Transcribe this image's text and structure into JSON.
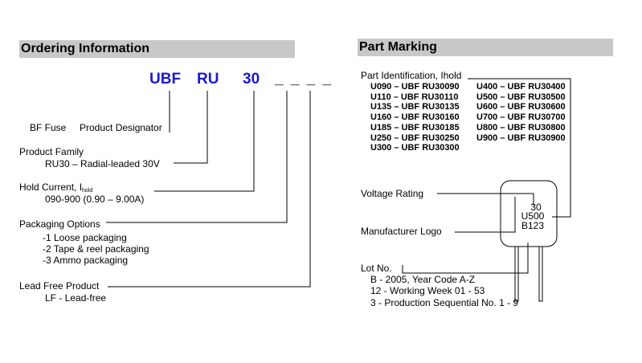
{
  "ordering": {
    "header": "Ordering Information",
    "code": {
      "prefix": "UBF",
      "family": "RU",
      "voltage": "30",
      "blanks": "_ _ _ _"
    },
    "designator": {
      "a": "BF Fuse",
      "b": "Product Designator"
    },
    "family": {
      "title": "Product Family",
      "desc": "RU30 – Radial-leaded 30V"
    },
    "hold": {
      "title_pre": "Hold Current, I",
      "title_sub": "hold",
      "desc": "090-900 (0.90 – 9.00A)"
    },
    "packaging": {
      "title": "Packaging Options",
      "options": [
        "-1 Loose packaging",
        "-2 Tape & reel packaging",
        "-3 Ammo packaging"
      ]
    },
    "leadfree": {
      "title": "Lead Free Product",
      "desc": "LF - Lead-free"
    }
  },
  "marking": {
    "header": "Part Marking",
    "part_id_title": "Part Identification, Ihold",
    "col1": [
      "U090 – UBF RU30090",
      "U110 – UBF RU30110",
      "U135 – UBF RU30135",
      "U160 – UBF RU30160",
      "U185 – UBF RU30185",
      "U250 – UBF RU30250",
      "U300 – UBF RU30300"
    ],
    "col2": [
      "U400 – UBF RU30400",
      "U500 – UBF RU30500",
      "U600 – UBF RU30600",
      "U700 – UBF RU30700",
      "U800 – UBF RU30800",
      "U900 – UBF RU30900"
    ],
    "voltage_rating": "Voltage Rating",
    "manufacturer_logo": "Manufacturer Logo",
    "lot": {
      "title": "Lot No.",
      "lines": [
        "B - 2005, Year Code A-Z",
        "12 - Working Week 01 - 53",
        "3 - Production Sequential No. 1 - 9"
      ]
    },
    "chip": {
      "line1": "30",
      "line2": "U500",
      "line3": "B123"
    }
  }
}
